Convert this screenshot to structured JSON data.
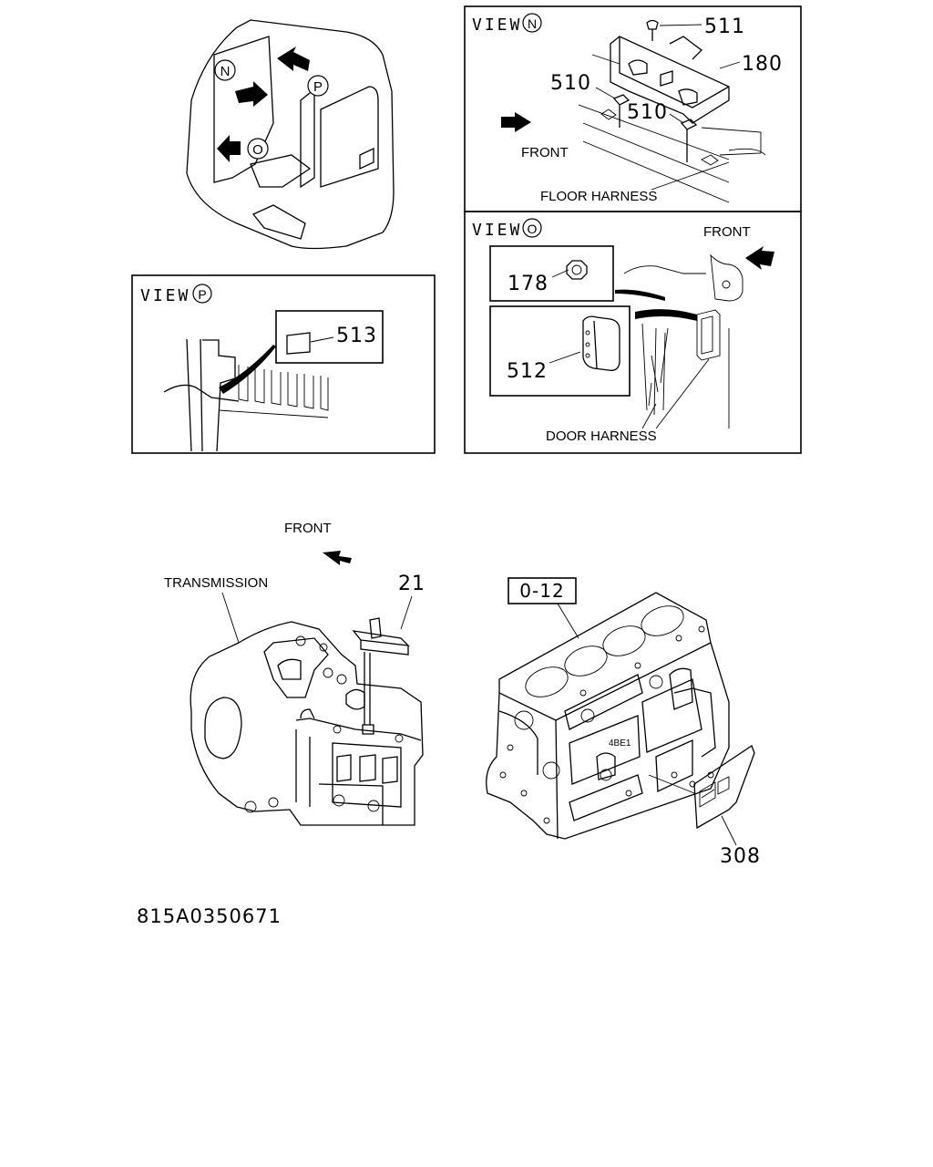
{
  "views": {
    "n": {
      "title": "VIEW",
      "circle": "N"
    },
    "o": {
      "title": "VIEW",
      "circle": "O"
    },
    "p": {
      "title": "VIEW",
      "circle": "P"
    }
  },
  "cab_markers": {
    "n": "N",
    "o": "O",
    "p": "P"
  },
  "parts": {
    "p511": "511",
    "p180": "180",
    "p510a": "510",
    "p510b": "510",
    "p513": "513",
    "p178": "178",
    "p512": "512",
    "p21": "21",
    "p308": "308"
  },
  "labels": {
    "front_n": "FRONT",
    "front_o": "FRONT",
    "front_bottom": "FRONT",
    "floor_harness": "FLOOR HARNESS",
    "door_harness": "DOOR HARNESS",
    "transmission": "TRANSMISSION",
    "engine_ref": "0-12",
    "engine_model": "4BE1"
  },
  "drawing_number": "815A0350671"
}
